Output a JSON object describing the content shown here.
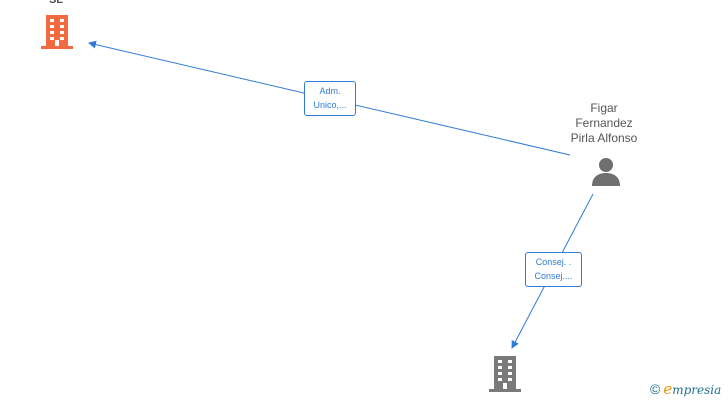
{
  "nodes": {
    "company_top": {
      "label": "SL",
      "color": "#f26a3f",
      "icon": "building-icon"
    },
    "person": {
      "name_lines": [
        "Figar",
        "Fernandez",
        "Pirla Alfonso"
      ],
      "color": "#6f6f6f",
      "icon": "person-icon"
    },
    "company_bottom": {
      "label": "",
      "color": "#7a7a7a",
      "icon": "building-icon"
    }
  },
  "edges": [
    {
      "from": "person",
      "to": "company_top",
      "label_lines": [
        "Adm.",
        "Unico,..."
      ],
      "color": "#2f7bd6"
    },
    {
      "from": "person",
      "to": "company_bottom",
      "label_lines": [
        "Consej. .",
        "Consej...."
      ],
      "color": "#2f7bd6"
    }
  ],
  "watermark": {
    "symbol": "©",
    "brand_initial": "e",
    "brand_rest": "mpresia",
    "brand_color": "#f19300",
    "text_color": "#1f6f8b"
  }
}
